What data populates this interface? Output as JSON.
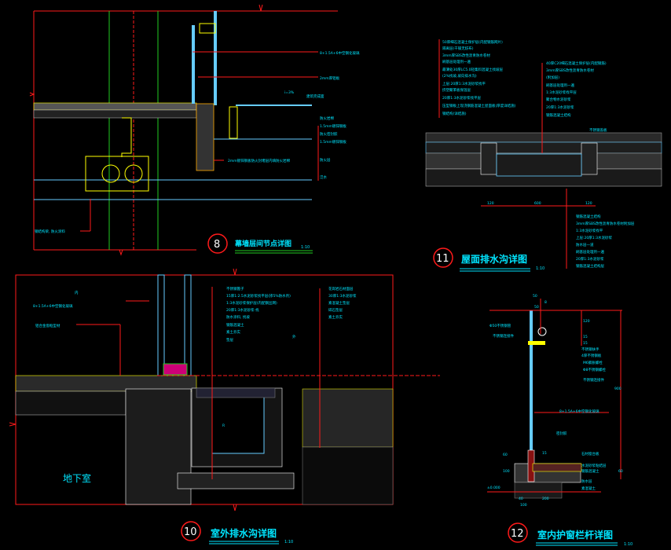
{
  "sheet": {
    "background": "#000000",
    "colors": {
      "frame": "#ff1a1a",
      "text": "#00e5ff",
      "green": "#22cc22",
      "yellow": "#ffff00",
      "glass": "#66ccff",
      "white": "#ffffff",
      "magenta": "#ff00ff"
    }
  },
  "details": [
    {
      "id": "detail-8",
      "number": "8",
      "title": "幕墙层间节点详图",
      "scale": "1:10",
      "notes_right": [
        "8+1.5A+6中空钢化玻璃",
        "2mm厚铝板",
        "防火岩棉",
        "1.5mm镀锌钢板",
        "防火密封胶",
        "1.5mm镀锌钢板",
        "防火层",
        "泛水"
      ],
      "note_center": "2mm镀锌钢板防火封堵层内填防火岩棉",
      "note_left": "钢结构梁, 防火涂料",
      "slope_label": "i=3%",
      "level_label": "建筑完成面"
    },
    {
      "id": "detail-11",
      "number": "11",
      "title": "屋面排水沟详图",
      "scale": "1:10",
      "notes_left": [
        "50厚细石混凝土保护层(内配钢筋网片)",
        "隔离层(干铺无纺布)",
        "3mm厚SBS改性沥青防水卷材",
        "刷基层处理剂一遍",
        "最薄处30厚LC5.0轻集料混凝土找坡层",
        "(2%找坡,坡向排水沟)",
        "上层:20厚1:3水泥砂浆找平",
        "挤塑聚苯板保温层",
        "20厚1:3水泥砂浆找平层",
        "压型钢板上现浇钢筋混凝土屋面板(厚度详结施)",
        "钢结构(详结施)"
      ],
      "notes_center": [
        "40厚C20细石混凝土保护层(内配钢筋)",
        "3mm厚SBS改性沥青防水卷材",
        "(附加层)",
        "刷基层处理剂一遍",
        "1:3水泥砂浆找平层",
        "聚合物水泥砂浆",
        "20厚1:3水泥砂浆",
        "钢筋混凝土结构"
      ],
      "notes_bottom": [
        "钢筋混凝土结构",
        "3mm厚SBS改性沥青防水卷材附加层",
        "1:3水泥砂浆找平",
        "上层:20厚1:3水泥砂浆",
        "防水层一道",
        "刷基层处理剂一遍",
        "20厚1:3水泥砂浆",
        "钢筋混凝土结构层"
      ],
      "note_top_right": "不锈钢盖板",
      "dims": [
        "120",
        "600",
        "120"
      ]
    },
    {
      "id": "detail-10",
      "number": "10",
      "title": "室外排水沟详图",
      "scale": "1:10",
      "notes_left": [
        "8+1.5A+6中空钢化玻璃",
        "铝合金窗框型材"
      ],
      "notes_center": [
        "不锈钢篦子",
        "15厚1:2.5水泥砂浆找平层(掺5%防水剂)",
        "1:3水泥砂浆保护层(内配钢丝网)",
        "20厚1:3水泥砂浆-找",
        "防水涂料, 找坡",
        "钢筋混凝土",
        "素土夯实",
        "垫层"
      ],
      "notes_right": [
        "花岗岩石材面层",
        "30厚1:3水泥砂浆",
        "素混凝土垫层",
        "碎石垫层",
        "素土夯实"
      ],
      "room_label": "地下室",
      "side_label": "外",
      "top_label": "内",
      "mid_label": "R"
    },
    {
      "id": "detail-12",
      "number": "12",
      "title": "室内护窗栏杆详图",
      "scale": "1:10",
      "notes": [
        "Φ50不锈钢管",
        "不锈钢连接件",
        "不锈钢扶手",
        "4厚不锈钢板",
        "M6膨胀螺栓",
        "Φ8不锈钢螺栓",
        "不锈钢连接件",
        "8+1.5A+6中空钢化玻璃",
        "密封胶",
        "石材窗台板",
        "水泥砂浆粘结层",
        "钢筋混凝土",
        "防水层",
        "素混凝土"
      ],
      "dims": [
        "50",
        "8",
        "50",
        "120",
        "15",
        "15",
        "900",
        "60",
        "15",
        "100",
        "60",
        "40",
        "100",
        "200",
        "±0.000"
      ]
    }
  ]
}
